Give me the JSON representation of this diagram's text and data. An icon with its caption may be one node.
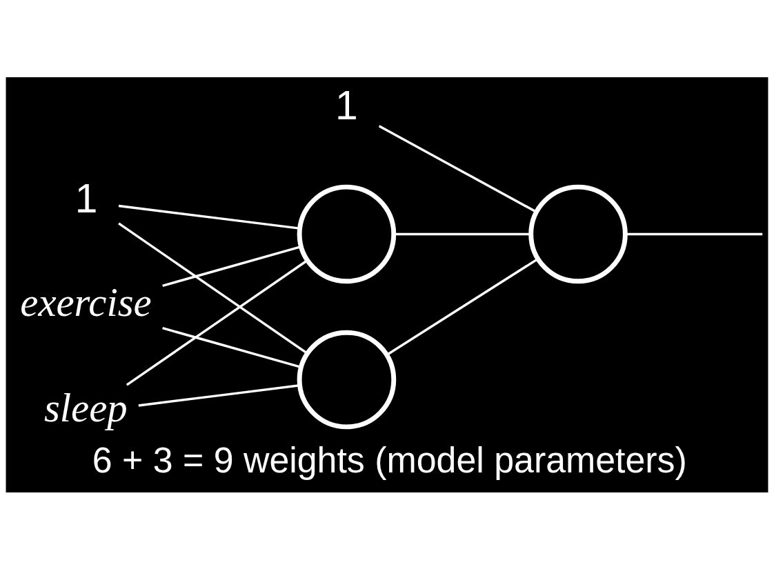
{
  "diagram": {
    "caption": "6 + 3 = 9 weights (model parameters)",
    "nodes": [
      {
        "text": [
          "1"
        ]
      },
      {
        "text": [
          "exercise"
        ]
      },
      {
        "text": [
          "sleep"
        ]
      },
      {
        "text": [],
        "shape": "circle"
      },
      {
        "text": [],
        "shape": "circle"
      },
      {
        "text": [
          "1"
        ]
      },
      {
        "text": [],
        "shape": "circle"
      }
    ],
    "edges": [
      {
        "from": 0,
        "to": 3,
        "arrow": "none"
      },
      {
        "from": 0,
        "to": 4,
        "arrow": "none"
      },
      {
        "from": 1,
        "to": 3,
        "arrow": "none"
      },
      {
        "from": 1,
        "to": 4,
        "arrow": "none"
      },
      {
        "from": 2,
        "to": 3,
        "arrow": "none"
      },
      {
        "from": 2,
        "to": 4,
        "arrow": "none"
      },
      {
        "from": 3,
        "to": 6,
        "arrow": "none"
      },
      {
        "from": 4,
        "to": 6,
        "arrow": "none"
      },
      {
        "from": 5,
        "to": 6,
        "arrow": "none"
      },
      {
        "from": 6,
        "to": null,
        "arrow": "none"
      }
    ]
  }
}
